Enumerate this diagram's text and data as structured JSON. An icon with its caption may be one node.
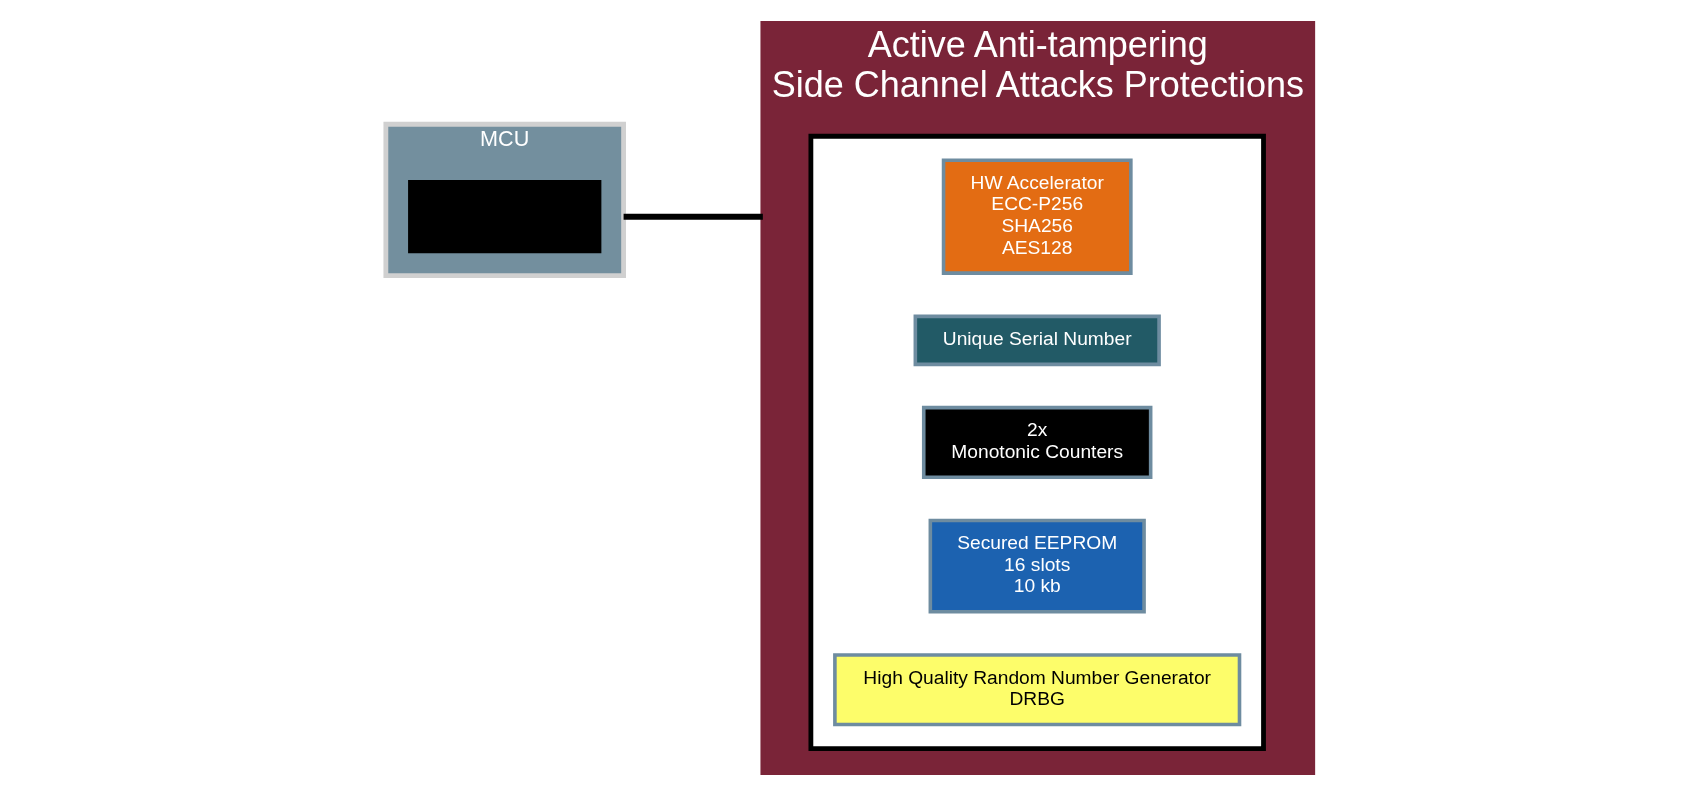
{
  "diagram": {
    "nodes": [
      {
        "text": [
          "MCU"
        ]
      },
      {
        "text": [],
        "shape": "box",
        "in": 0
      },
      {
        "text": [
          "Active Anti-tampering",
          "Side Channel Attacks Protections"
        ]
      },
      {
        "text": [],
        "shape": "box",
        "in": 2
      },
      {
        "text": [
          "HW Accelerator",
          "ECC-P256",
          "SHA256",
          "AES128"
        ],
        "in": 3
      },
      {
        "text": [
          "Unique Serial Number"
        ],
        "in": 3
      },
      {
        "text": [
          "2x",
          "Monotonic Counters"
        ],
        "in": 3
      },
      {
        "text": [
          "Secured EEPROM",
          "16 slots",
          "10 kb"
        ],
        "in": 3
      },
      {
        "text": [
          "High Quality Random Number Generator",
          "DRBG"
        ],
        "in": 3
      }
    ],
    "edges": [
      {
        "from": 0,
        "to": 2,
        "arrow": "none"
      }
    ]
  }
}
